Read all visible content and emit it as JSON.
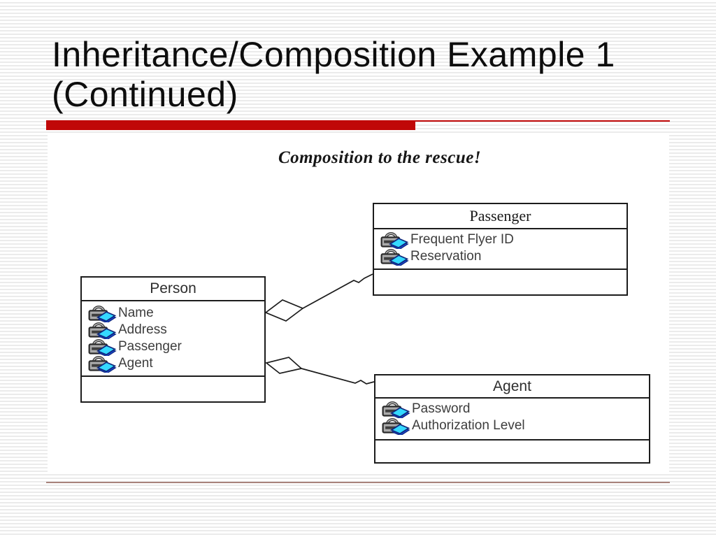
{
  "slide": {
    "title": "Inheritance/Composition Example 1 (Continued)"
  },
  "colors": {
    "accent_red": "#c00808",
    "footer_divider": "#a8837c",
    "stripe_gray": "#ebebeb",
    "diagram_line": "#1c1c1c",
    "attribute_text": "#3d3d3d",
    "icon_cyan": "#35d9ff",
    "icon_blue_edge": "#1b49d8",
    "icon_gray": "#ababab"
  },
  "diagram": {
    "caption": "Composition to the rescue!",
    "classes": [
      {
        "name": "Passenger",
        "attributes": [
          "Frequent Flyer ID",
          "Reservation"
        ],
        "operations": []
      },
      {
        "name": "Person",
        "attributes": [
          "Name",
          "Address",
          "Passenger",
          "Agent"
        ],
        "operations": []
      },
      {
        "name": "Agent",
        "attributes": [
          "Password",
          "Authorization Level"
        ],
        "operations": []
      }
    ],
    "relations": [
      {
        "from": "Person",
        "to": "Passenger",
        "type": "aggregation-open-diamond"
      },
      {
        "from": "Person",
        "to": "Agent",
        "type": "aggregation-open-diamond"
      }
    ],
    "attribute_icon": "private-attribute-padlock-cyan-tile-icon"
  }
}
